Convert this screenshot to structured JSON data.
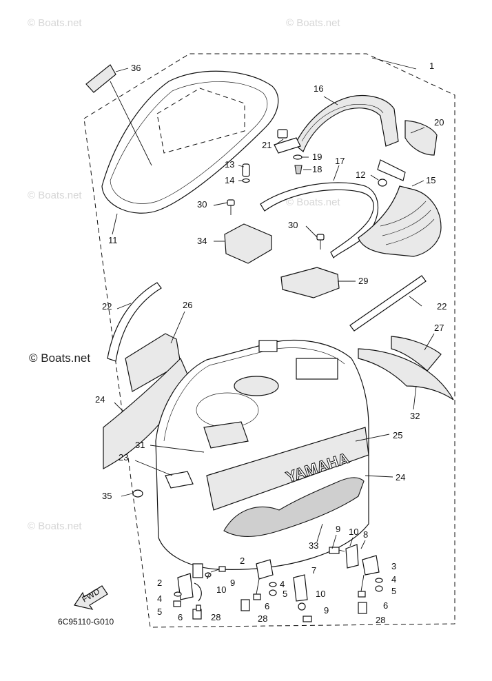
{
  "watermark": "© Boats.net",
  "diagram_code": "6C95110-G010",
  "fwd_label": "FWD",
  "brand_label": "YAMAHA",
  "callouts": {
    "c1": "1",
    "c2a": "2",
    "c2b": "2",
    "c3": "3",
    "c4a": "4",
    "c4b": "4",
    "c4c": "4",
    "c5a": "5",
    "c5b": "5",
    "c5c": "5",
    "c6a": "6",
    "c6b": "6",
    "c6c": "6",
    "c7a": "7",
    "c7b": "7",
    "c8": "8",
    "c9a": "9",
    "c9b": "9",
    "c9c": "9",
    "c10a": "10",
    "c10b": "10",
    "c10c": "10",
    "c11": "11",
    "c12": "12",
    "c13": "13",
    "c14": "14",
    "c15": "15",
    "c16": "16",
    "c17": "17",
    "c18": "18",
    "c19": "19",
    "c20": "20",
    "c21": "21",
    "c22a": "22",
    "c22b": "22",
    "c23": "23",
    "c24a": "24",
    "c24b": "24",
    "c25": "25",
    "c26": "26",
    "c27": "27",
    "c28a": "28",
    "c28b": "28",
    "c28c": "28",
    "c29": "29",
    "c30a": "30",
    "c30b": "30",
    "c31": "31",
    "c32": "32",
    "c33": "33",
    "c34": "34",
    "c35": "35",
    "c36": "36"
  }
}
